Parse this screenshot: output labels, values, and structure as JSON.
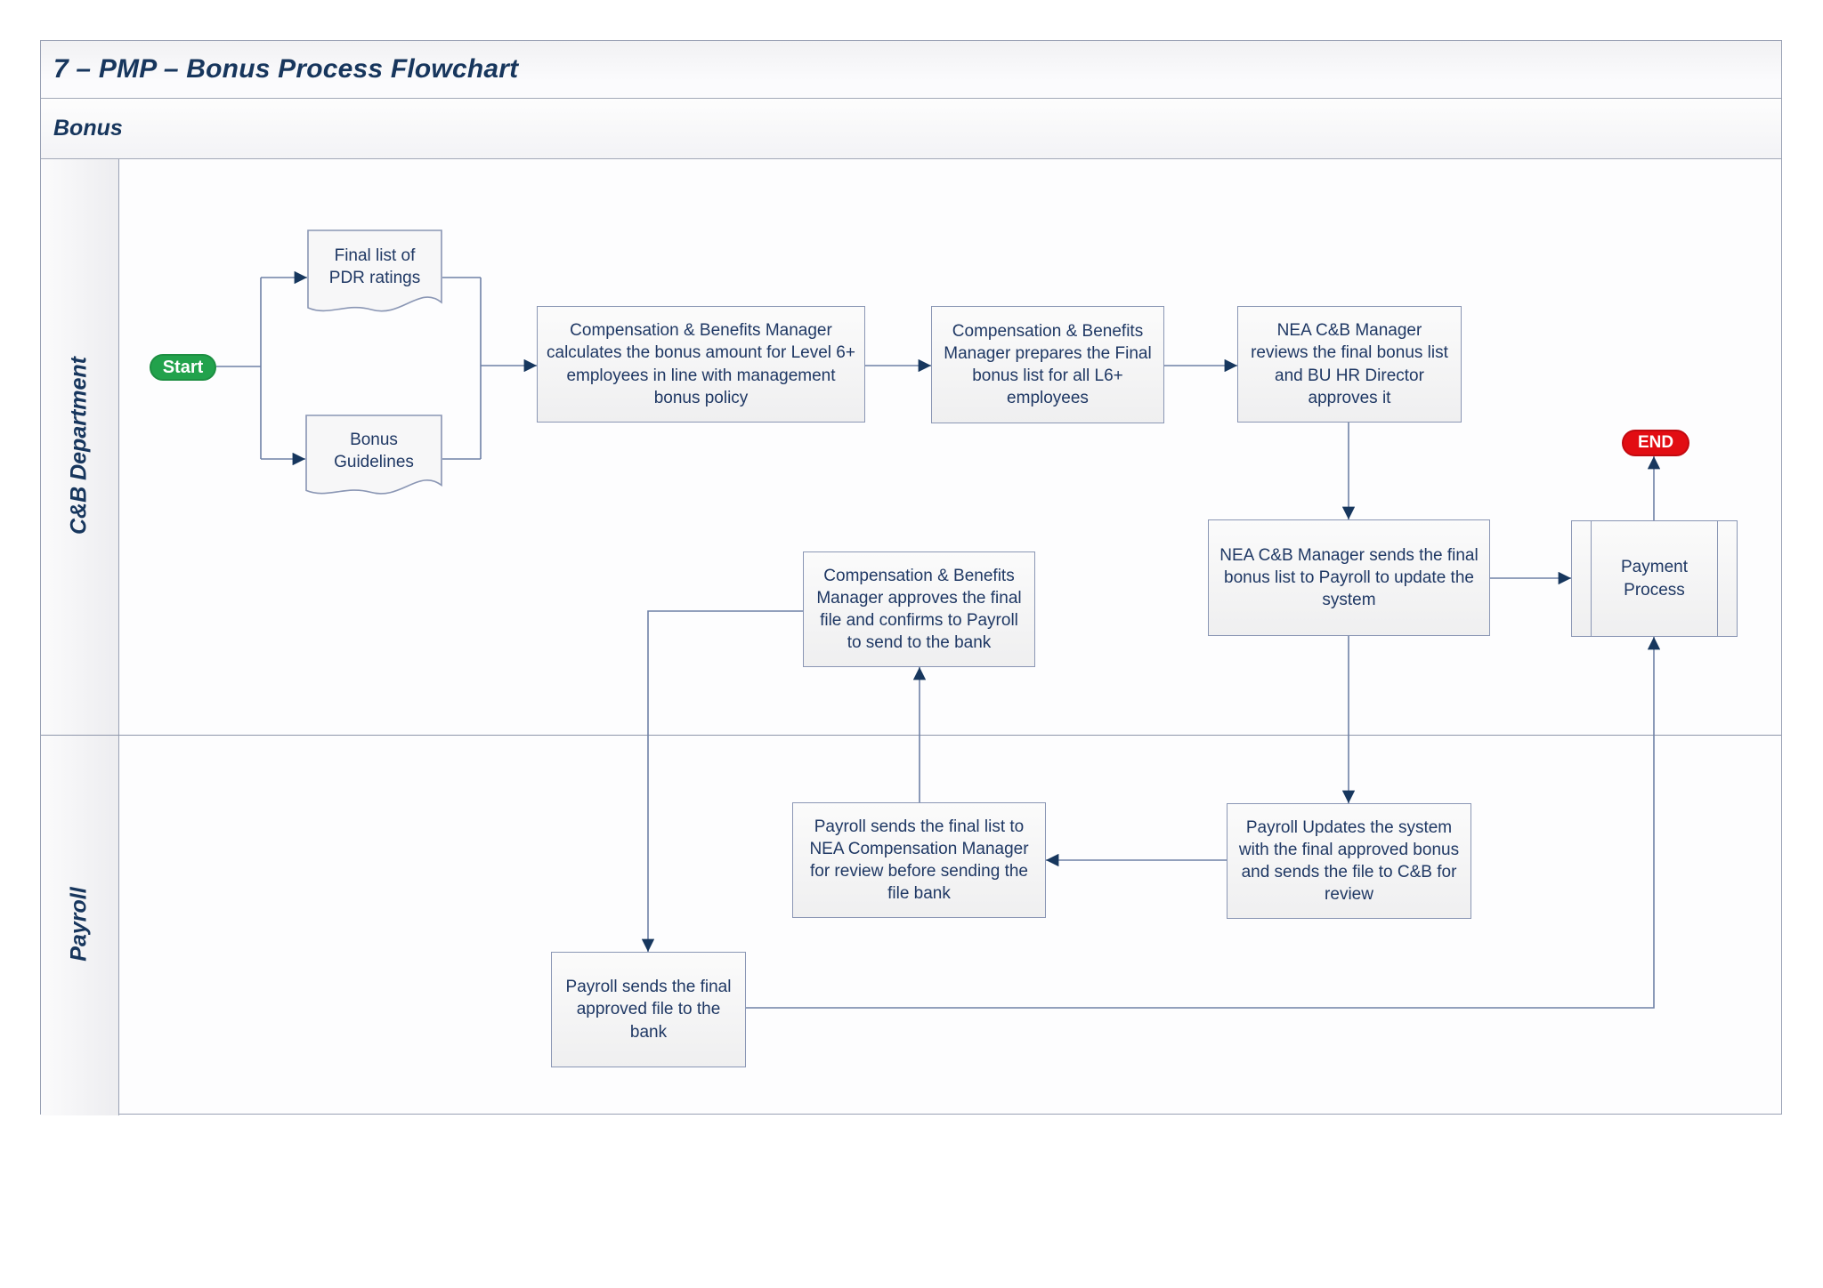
{
  "header": {
    "title": "7 – PMP – Bonus Process Flowchart",
    "subtitle": "Bonus"
  },
  "lanes": [
    {
      "label": "C&B Department"
    },
    {
      "label": "Payroll"
    }
  ],
  "nodes": {
    "start": {
      "type": "terminator",
      "label": "Start"
    },
    "end": {
      "type": "terminator",
      "label": "END"
    },
    "doc_pdr": {
      "type": "document",
      "label": "Final list of PDR ratings"
    },
    "doc_guidelines": {
      "type": "document",
      "label": "Bonus Guidelines"
    },
    "calc_bonus": {
      "type": "process",
      "label": "Compensation & Benefits Manager calculates the bonus amount for Level 6+ employees in line with management bonus policy"
    },
    "prepare_list": {
      "type": "process",
      "label": "Compensation & Benefits Manager prepares the Final bonus list for all L6+ employees"
    },
    "review_approve": {
      "type": "process",
      "label": "NEA C&B Manager reviews the final bonus list and BU HR Director approves it"
    },
    "send_payroll": {
      "type": "process",
      "label": "NEA C&B Manager sends  the final bonus list to Payroll to update the system"
    },
    "payment_process": {
      "type": "subprocess",
      "label": "Payment Process"
    },
    "approve_file": {
      "type": "process",
      "label": "Compensation & Benefits Manager approves the final file and confirms to Payroll to send to the bank"
    },
    "payroll_update": {
      "type": "process",
      "label": "Payroll Updates the system with the final approved bonus and sends the file to C&B for review"
    },
    "payroll_review": {
      "type": "process",
      "label": "Payroll sends the final list to NEA Compensation Manager for review before sending the file bank"
    },
    "payroll_bank": {
      "type": "process",
      "label": "Payroll sends the final approved file to the bank"
    }
  },
  "edges": [
    {
      "from": "start",
      "to": "doc_pdr"
    },
    {
      "from": "start",
      "to": "doc_guidelines"
    },
    {
      "from": "doc_pdr",
      "to": "calc_bonus"
    },
    {
      "from": "doc_guidelines",
      "to": "calc_bonus"
    },
    {
      "from": "calc_bonus",
      "to": "prepare_list"
    },
    {
      "from": "prepare_list",
      "to": "review_approve"
    },
    {
      "from": "review_approve",
      "to": "send_payroll"
    },
    {
      "from": "send_payroll",
      "to": "payment_process"
    },
    {
      "from": "send_payroll",
      "to": "payroll_update"
    },
    {
      "from": "payroll_update",
      "to": "payroll_review"
    },
    {
      "from": "payroll_review",
      "to": "approve_file"
    },
    {
      "from": "approve_file",
      "to": "payroll_bank"
    },
    {
      "from": "payroll_bank",
      "to": "payment_process"
    },
    {
      "from": "payment_process",
      "to": "end"
    }
  ],
  "colors": {
    "navy_text": "#1f3864",
    "title_navy": "#17365d",
    "box_border": "#8a96b4",
    "connector": "#6f81a6",
    "arrowhead": "#17375e",
    "start_green": "#22a24c",
    "end_red": "#e20d13"
  }
}
